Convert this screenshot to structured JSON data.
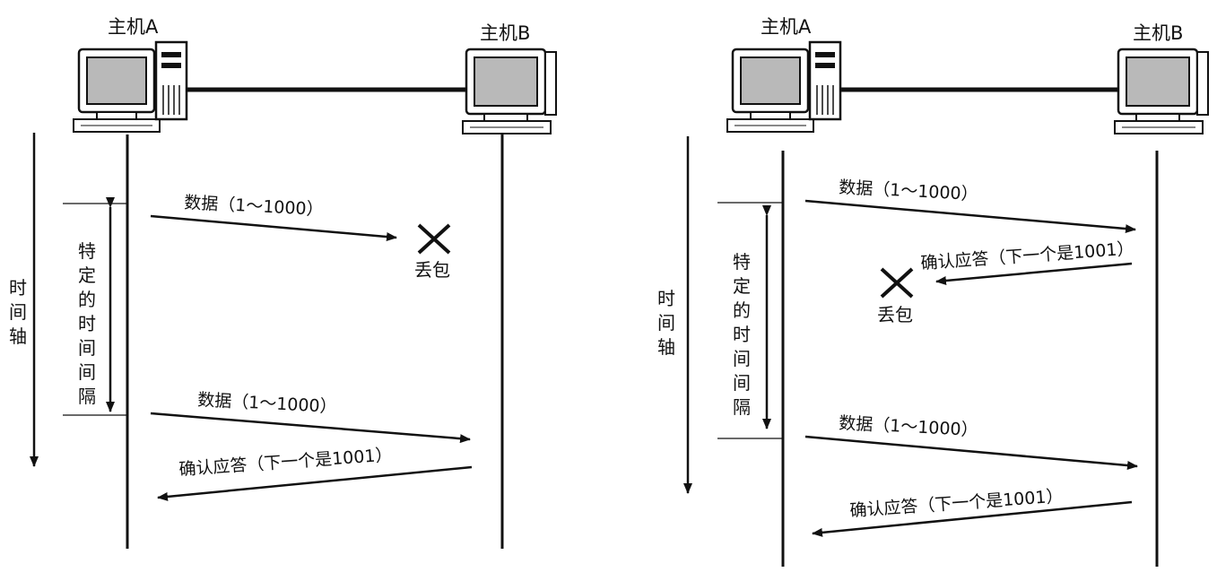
{
  "colors": {
    "ink": "#111111",
    "screen": "#b9b9b9",
    "paper": "#ffffff"
  },
  "left_panel": {
    "host_a": "主机A",
    "host_b": "主机B",
    "time_axis": "时间轴",
    "interval": "特定的时间间隔",
    "data_1": "数据（1～1000）",
    "loss": "丢包",
    "data_2": "数据（1～1000）",
    "ack": "确认应答（下一个是1001）"
  },
  "right_panel": {
    "host_a": "主机A",
    "host_b": "主机B",
    "time_axis": "时间轴",
    "interval": "特定的时间间隔",
    "data_1": "数据（1～1000）",
    "ack_1": "确认应答（下一个是1001）",
    "loss": "丢包",
    "data_2": "数据（1～1000）",
    "ack_2": "确认应答（下一个是1001）"
  }
}
